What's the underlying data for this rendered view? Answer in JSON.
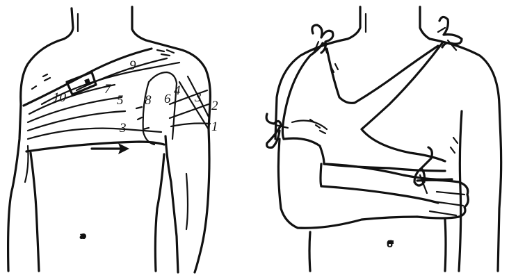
{
  "figures": {
    "left": {
      "caption": "а",
      "bandage_turns": [
        "1",
        "2",
        "3",
        "4",
        "3",
        "5",
        "6",
        "7",
        "8",
        "9",
        "10"
      ]
    },
    "right": {
      "caption": "б"
    }
  },
  "colors": {
    "ink": "#111111",
    "paper": "#ffffff"
  }
}
